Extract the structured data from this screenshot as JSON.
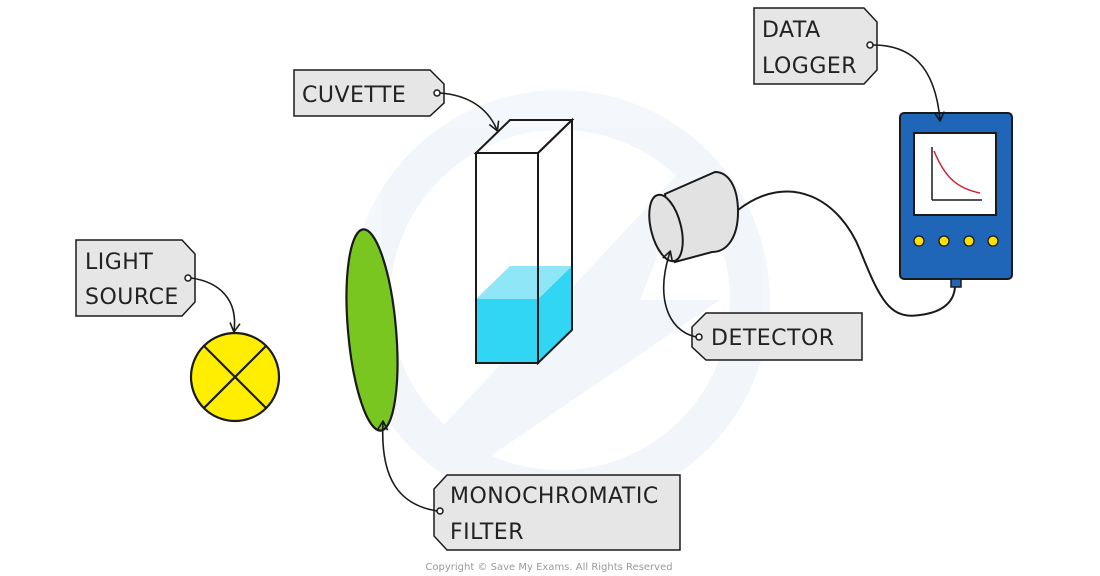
{
  "labels": {
    "light_source": [
      "LIGHT",
      "SOURCE"
    ],
    "monochromatic_filter": [
      "MONOCHROMATIC",
      "FILTER"
    ],
    "cuvette": [
      "CUVETTE"
    ],
    "detector": [
      "DETECTOR"
    ],
    "data_logger": [
      "DATA",
      "LOGGER"
    ]
  },
  "copyright": "Copyright © Save My Exams. All Rights Reserved",
  "colors": {
    "tag_fill": "#e6e6e6",
    "outline": "#1a1a1a",
    "bulb": "#ffee00",
    "filter": "#7ac620",
    "liquid": "#30d6f3",
    "liquid_top": "#8ee6f7",
    "detector_body": "#e2e2e2",
    "logger_body": "#1f66b8",
    "logger_screen": "#ffffff",
    "logger_buttons": "#ffe000",
    "curve": "#cc2233"
  }
}
